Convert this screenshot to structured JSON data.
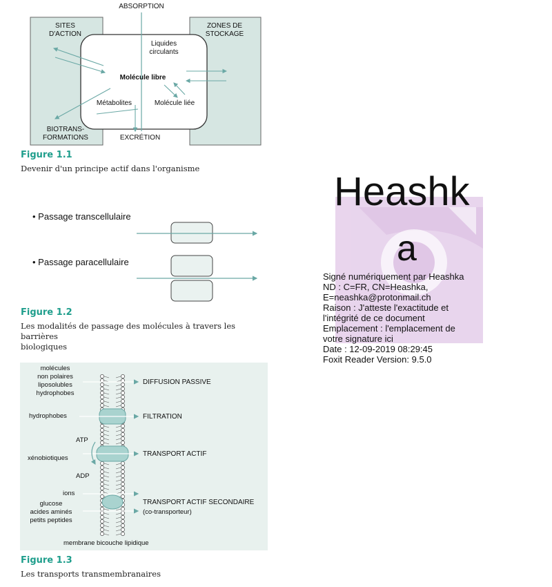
{
  "figure1": {
    "absorption": "ABSORPTION",
    "sites_line1": "SITES",
    "sites_line2": "D'ACTION",
    "zones_line1": "ZONES DE",
    "zones_line2": "STOCKAGE",
    "liquides_line1": "Liquides",
    "liquides_line2": "circulants",
    "molecule_libre": "Molécule libre",
    "metabolites": "Métabolites",
    "molecule_liee": "Molécule liée",
    "bio_line1": "BIOTRANS-",
    "bio_line2": "FORMATIONS",
    "excretion": "EXCRÉTION",
    "label": "Figure 1.1",
    "caption": "Devenir d'un principe actif dans l'organisme"
  },
  "figure2": {
    "transcellulaire": "• Passage transcellulaire",
    "paracellulaire": "• Passage paracellulaire",
    "label": "Figure 1.2",
    "caption_line1": "Les modalités de passage des molécules à travers les barrières",
    "caption_line2": "biologiques"
  },
  "figure3": {
    "mol_line1": "molécules",
    "mol_line2": "non polaires",
    "mol_line3": "liposolubles",
    "mol_line4": "hydrophobes",
    "hydrophobes": "hydrophobes",
    "atp": "ATP",
    "xenobiotiques": "xénobiotiques",
    "adp": "ADP",
    "ions": "ions",
    "glucose": "glucose",
    "acides": "acides aminés",
    "peptides": "petits peptides",
    "diffusion": "DIFFUSION PASSIVE",
    "filtration": "FILTRATION",
    "transport_actif": "TRANSPORT ACTIF",
    "transport_secondaire": "TRANSPORT ACTIF SECONDAIRE",
    "cotransporteur": "(co-transporteur)",
    "membrane": "membrane bicouche lipidique",
    "label": "Figure 1.3",
    "caption": "Les transports transmembranaires"
  },
  "signature": {
    "name_line1": "Heashk",
    "name_line2": "a",
    "line1": "Signé numériquement par Heashka",
    "line2": "ND : C=FR, CN=Heashka,",
    "line3": "E=neashka@protonmail.ch",
    "line4": "Raison : J'atteste l'exactitude et",
    "line5": "l'intégrité de ce document",
    "line6": "Emplacement : l'emplacement de",
    "line7": "votre signature ici",
    "line8": "Date : 12-09-2019 08:29:45",
    "line9": "Foxit Reader Version: 9.5.0"
  }
}
